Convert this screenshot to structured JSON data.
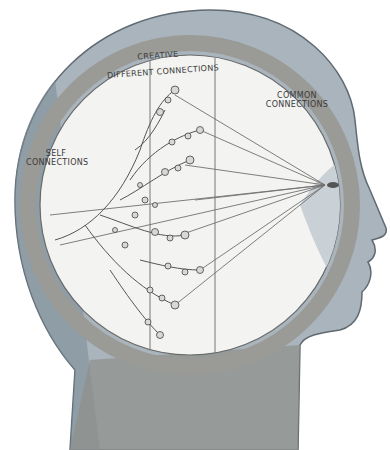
{
  "diagram": {
    "labels": [
      "CREATIVE",
      "DIFFERENT CONNECTIONS",
      "COMMON CONNECTIONS",
      "SELF CONNECTIONS"
    ]
  }
}
